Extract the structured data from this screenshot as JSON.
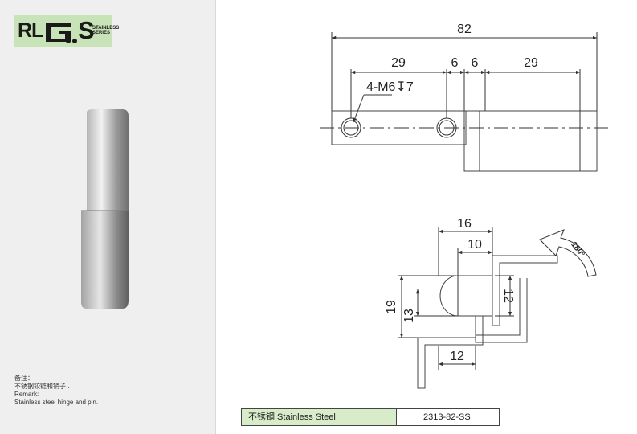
{
  "logo": {
    "rl": "RL",
    "s": "S",
    "series_line1": "STAINLESS",
    "series_line2": "SERIES"
  },
  "remark": {
    "cn_heading": "备注：",
    "cn_text": "不锈钢铰链和销子 .",
    "en_heading": "Remark:",
    "en_text": "Stainless steel hinge and pin."
  },
  "drawing_top": {
    "overall": "82",
    "left_span": "29",
    "gap_a": "6",
    "gap_b": "6",
    "right_span": "29",
    "hole_callout": "4-M6↧7"
  },
  "drawing_side": {
    "width_outer": "16",
    "width_inner": "10",
    "height_right": "12",
    "height_total": "19",
    "height_mid": "13",
    "bottom": "12",
    "rotation": "180°"
  },
  "spec": {
    "material": "不锈钢 Stainless Steel",
    "part_no": "2313-82-SS"
  },
  "colors": {
    "logo_bg": "#c8e3b8",
    "table_highlight": "#d9ecc9",
    "left_panel": "#efefef"
  }
}
